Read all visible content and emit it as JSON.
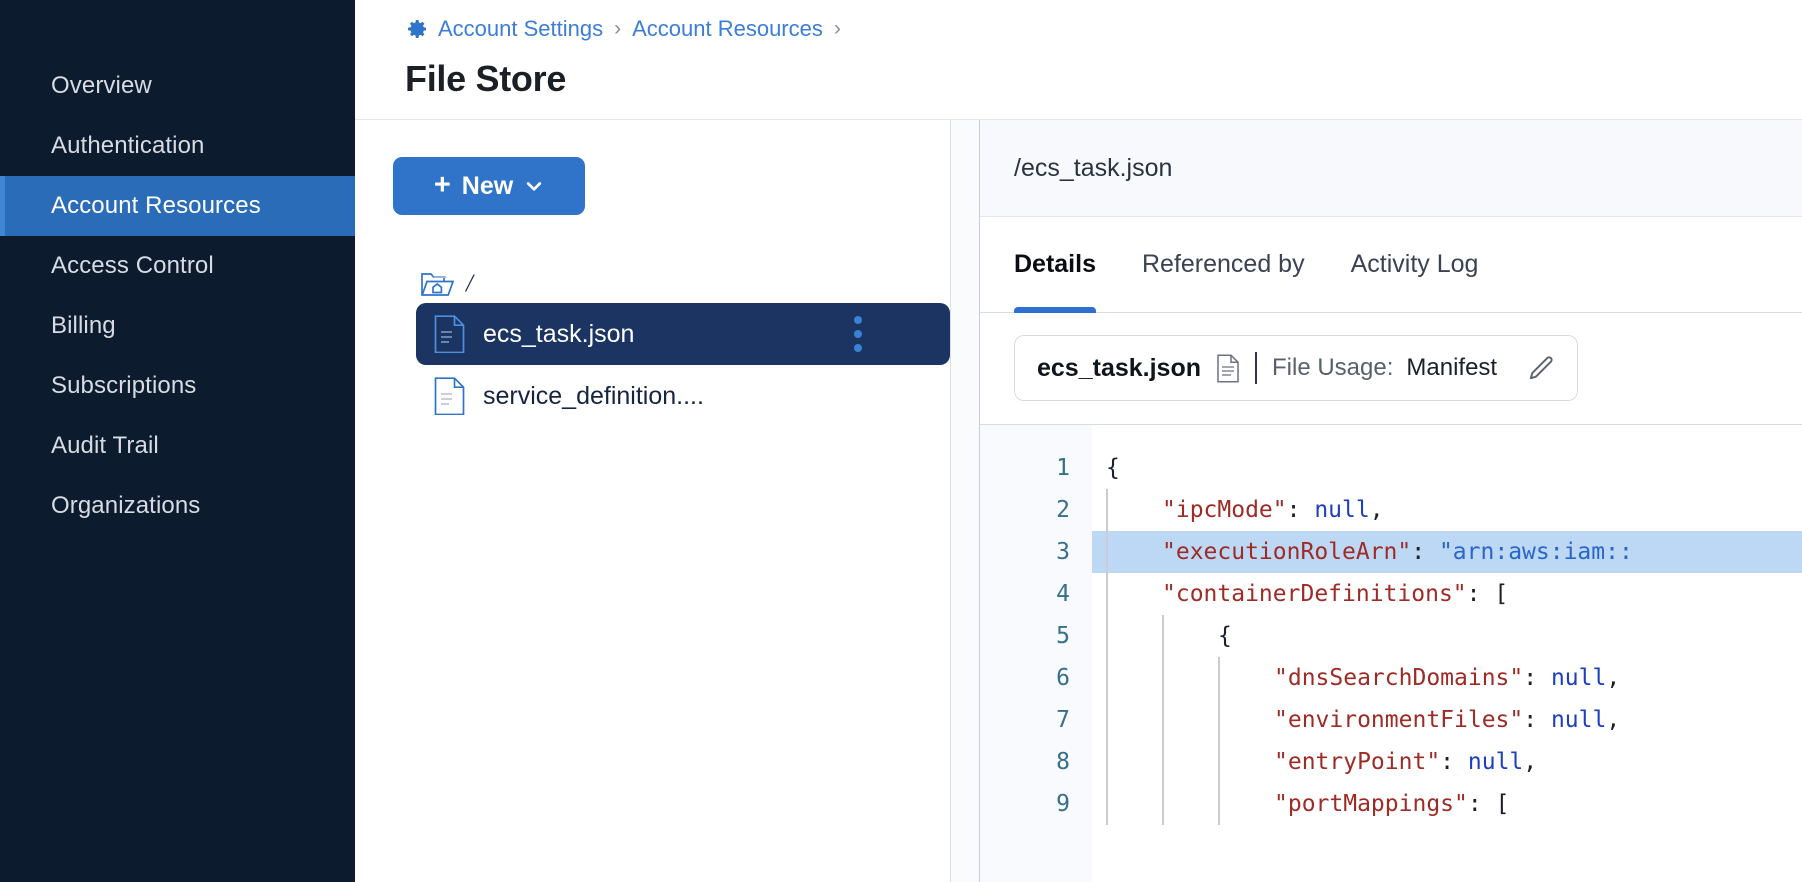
{
  "sidebar": {
    "items": [
      {
        "label": "Overview",
        "active": false
      },
      {
        "label": "Authentication",
        "active": false
      },
      {
        "label": "Account Resources",
        "active": true
      },
      {
        "label": "Access Control",
        "active": false
      },
      {
        "label": "Billing",
        "active": false
      },
      {
        "label": "Subscriptions",
        "active": false
      },
      {
        "label": "Audit Trail",
        "active": false
      },
      {
        "label": "Organizations",
        "active": false
      }
    ]
  },
  "header": {
    "breadcrumb": [
      {
        "label": "Account Settings",
        "icon": "gear-icon"
      },
      {
        "label": "Account Resources",
        "icon": null
      }
    ],
    "separator": "›",
    "trailing_separator": "›",
    "title": "File Store"
  },
  "filepane": {
    "new_button": {
      "label": "New",
      "plus": "+",
      "chevron": "chevron-down-icon"
    },
    "root": {
      "label": "/",
      "icon": "folder-home-icon"
    },
    "files": [
      {
        "name": "ecs_task.json",
        "selected": true,
        "icon": "json-file-icon",
        "menu": "kebab-menu-icon"
      },
      {
        "name": "service_definition....",
        "selected": false,
        "icon": "file-icon",
        "menu": null
      }
    ]
  },
  "details": {
    "path": "/ecs_task.json",
    "tabs": [
      {
        "label": "Details",
        "active": true
      },
      {
        "label": "Referenced by",
        "active": false
      },
      {
        "label": "Activity Log",
        "active": false
      }
    ],
    "meta": {
      "file_name": "ecs_task.json",
      "file_icon": "document-icon",
      "usage_label": "File Usage:",
      "usage_value": "Manifest",
      "edit_icon": "pencil-icon"
    }
  },
  "code": {
    "highlighted_line": 3,
    "lines": [
      {
        "n": 1,
        "indent": 0,
        "tokens": [
          {
            "t": "p",
            "s": "{"
          }
        ]
      },
      {
        "n": 2,
        "indent": 1,
        "tokens": [
          {
            "t": "k",
            "s": "\"ipcMode\""
          },
          {
            "t": "p",
            "s": ": "
          },
          {
            "t": "v-null",
            "s": "null"
          },
          {
            "t": "p",
            "s": ","
          }
        ]
      },
      {
        "n": 3,
        "indent": 1,
        "tokens": [
          {
            "t": "k",
            "s": "\"executionRoleArn\""
          },
          {
            "t": "p",
            "s": ": "
          },
          {
            "t": "v-str",
            "s": "\"arn:aws:iam::"
          }
        ]
      },
      {
        "n": 4,
        "indent": 1,
        "tokens": [
          {
            "t": "k",
            "s": "\"containerDefinitions\""
          },
          {
            "t": "p",
            "s": ": ["
          }
        ]
      },
      {
        "n": 5,
        "indent": 2,
        "tokens": [
          {
            "t": "p",
            "s": "{"
          }
        ]
      },
      {
        "n": 6,
        "indent": 3,
        "tokens": [
          {
            "t": "k",
            "s": "\"dnsSearchDomains\""
          },
          {
            "t": "p",
            "s": ": "
          },
          {
            "t": "v-null",
            "s": "null"
          },
          {
            "t": "p",
            "s": ","
          }
        ]
      },
      {
        "n": 7,
        "indent": 3,
        "tokens": [
          {
            "t": "k",
            "s": "\"environmentFiles\""
          },
          {
            "t": "p",
            "s": ": "
          },
          {
            "t": "v-null",
            "s": "null"
          },
          {
            "t": "p",
            "s": ","
          }
        ]
      },
      {
        "n": 8,
        "indent": 3,
        "tokens": [
          {
            "t": "k",
            "s": "\"entryPoint\""
          },
          {
            "t": "p",
            "s": ": "
          },
          {
            "t": "v-null",
            "s": "null"
          },
          {
            "t": "p",
            "s": ","
          }
        ]
      },
      {
        "n": 9,
        "indent": 3,
        "tokens": [
          {
            "t": "k",
            "s": "\"portMappings\""
          },
          {
            "t": "p",
            "s": ": ["
          }
        ]
      }
    ]
  },
  "colors": {
    "sidebar_bg": "#0d1b2e",
    "accent": "#2f74c8",
    "selected_row": "#1c3462",
    "link": "#3b7dd8",
    "code_key": "#9e2b25",
    "code_value": "#1d3fbe",
    "highlight_line": "#bcd8f5"
  }
}
